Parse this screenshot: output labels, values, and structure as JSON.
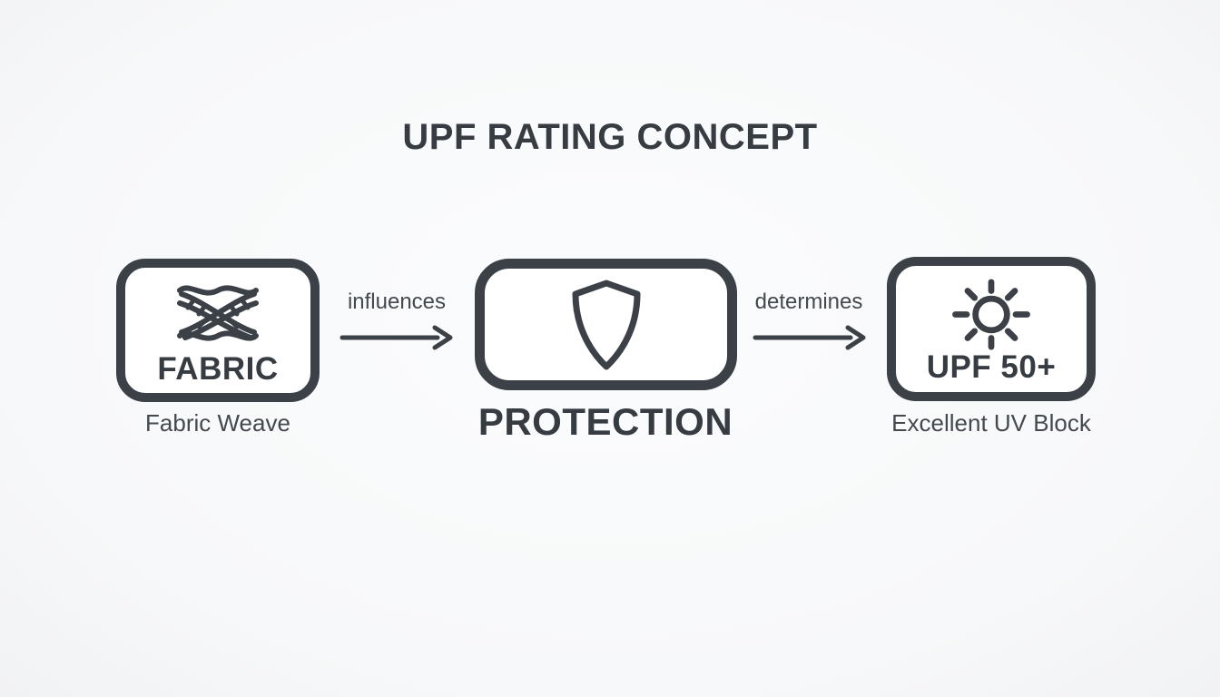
{
  "title": "UPF RATING CONCEPT",
  "colors": {
    "accent": "#3b4147",
    "background": "#f8f9fa",
    "box_fill": "#ffffff",
    "text_primary": "#363c42",
    "text_secondary": "#43494f"
  },
  "diagram": {
    "nodes": [
      {
        "id": "fabric",
        "icon": "fabric-weave-icon",
        "box_label": "FABRIC",
        "caption": "Fabric Weave"
      },
      {
        "id": "protection",
        "icon": "shield-icon",
        "box_label": "",
        "caption": "PROTECTION"
      },
      {
        "id": "upf-50",
        "icon": "sun-icon",
        "box_label": "UPF 50+",
        "caption": "Excellent UV Block"
      }
    ],
    "connectors": [
      {
        "from": "fabric",
        "to": "protection",
        "label": "influences"
      },
      {
        "from": "protection",
        "to": "upf-50",
        "label": "determines"
      }
    ]
  }
}
